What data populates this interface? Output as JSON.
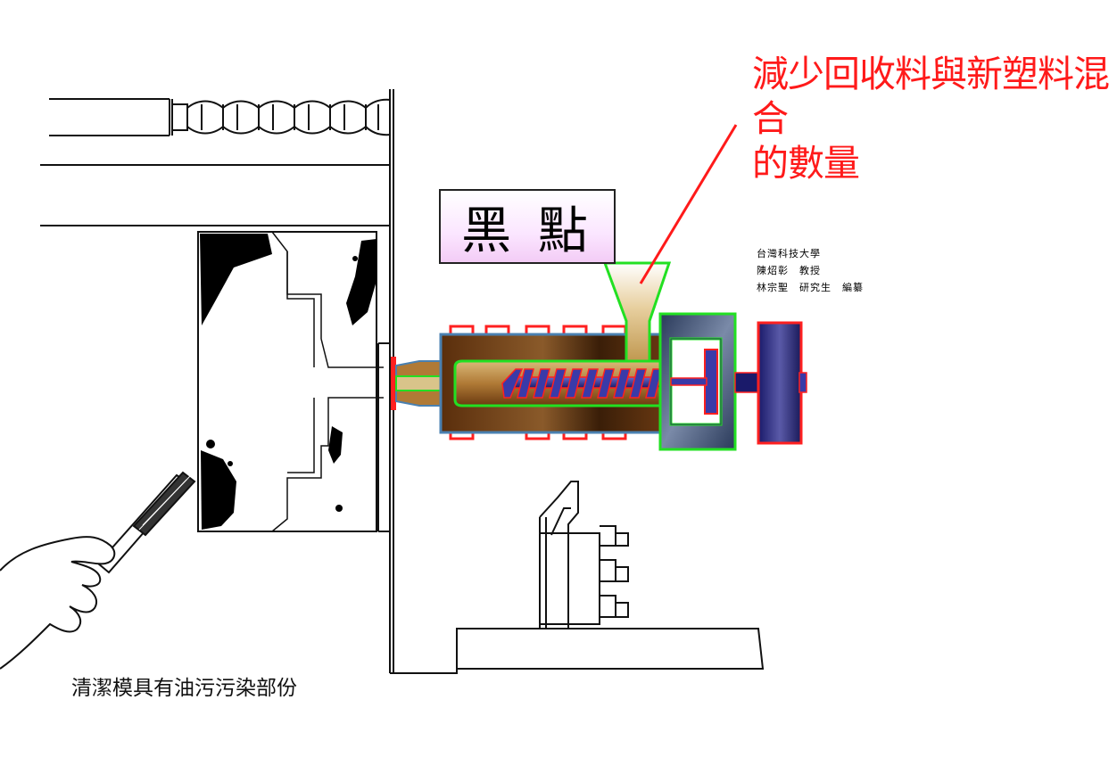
{
  "callout": {
    "line1": "減少回收料與新塑料混合",
    "line2": "的數量"
  },
  "label_box": {
    "text": "黑 點"
  },
  "credits": {
    "line1": "台灣科技大學",
    "line2": "陳炤彰　教授",
    "line3": "林宗聖　研究生　編纂"
  },
  "caption": {
    "text": "清潔模具有油污污染部份"
  },
  "colors": {
    "callout_text": "#ff1a1a",
    "outline_green": "#22e022",
    "outline_red": "#ff2020",
    "barrel_brown": "#6b3a12",
    "screw_blue": "#2a2a8a"
  }
}
